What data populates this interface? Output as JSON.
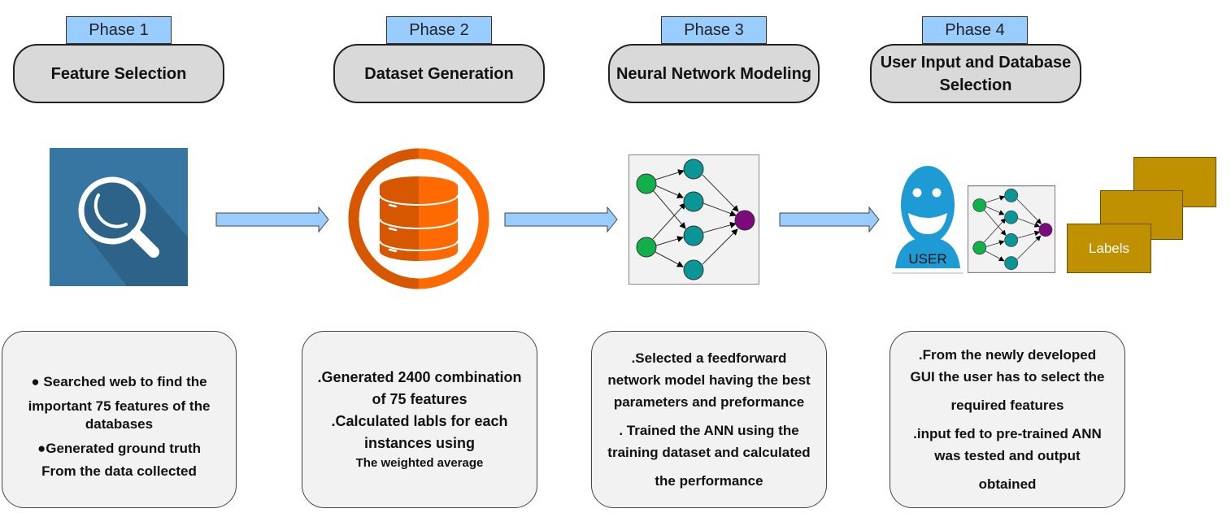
{
  "phases": [
    {
      "tab": "Phase 1",
      "title": "Feature Selection",
      "description": [
        "● Searched web to find the",
        "important 75 features of the",
        "databases",
        "●Generated ground truth",
        "From the data collected"
      ]
    },
    {
      "tab": "Phase 2",
      "title": "Dataset Generation",
      "description": [
        ".Generated 2400 combination",
        "of 75 features",
        ".Calculated labls for each",
        "instances using",
        "The weighted average"
      ]
    },
    {
      "tab": "Phase 3",
      "title": "Neural Network Modeling",
      "description": [
        ".Selected a feedforward",
        "network model having the best",
        "parameters and preformance",
        ". Trained the ANN using the",
        "training dataset and calculated",
        "the performance"
      ]
    },
    {
      "tab": "Phase 4",
      "title": "User Input and Database Selection",
      "description": [
        ".From the newly developed",
        "GUI the user has to select the",
        "required features",
        ".input fed to pre-trained ANN",
        "was tested and output",
        "obtained"
      ]
    }
  ],
  "icons": {
    "phase1": "magnifier-search-icon",
    "phase2": "database-icon",
    "phase3": "neural-network-icon",
    "phase4_user": "user-icon",
    "phase4_network": "neural-network-icon",
    "phase4_labels": "labels-stack-icon"
  },
  "user_label": "USER",
  "labels_label": "Labels",
  "colors": {
    "phase_tab": "#99ccff",
    "phase_title_bg": "#d9d9d9",
    "desc_bg": "#f2f2f2",
    "arrow_fill": "#99ccff",
    "search_bg": "#3776a3",
    "db_orange": "#ff6a00",
    "db_orange_dark": "#d65700",
    "input_node": "#12b04a",
    "hidden_node": "#0a9696",
    "output_node": "#7d0a7d",
    "user_blue": "#1e9bd4",
    "labels_gold": "#bf9000"
  }
}
